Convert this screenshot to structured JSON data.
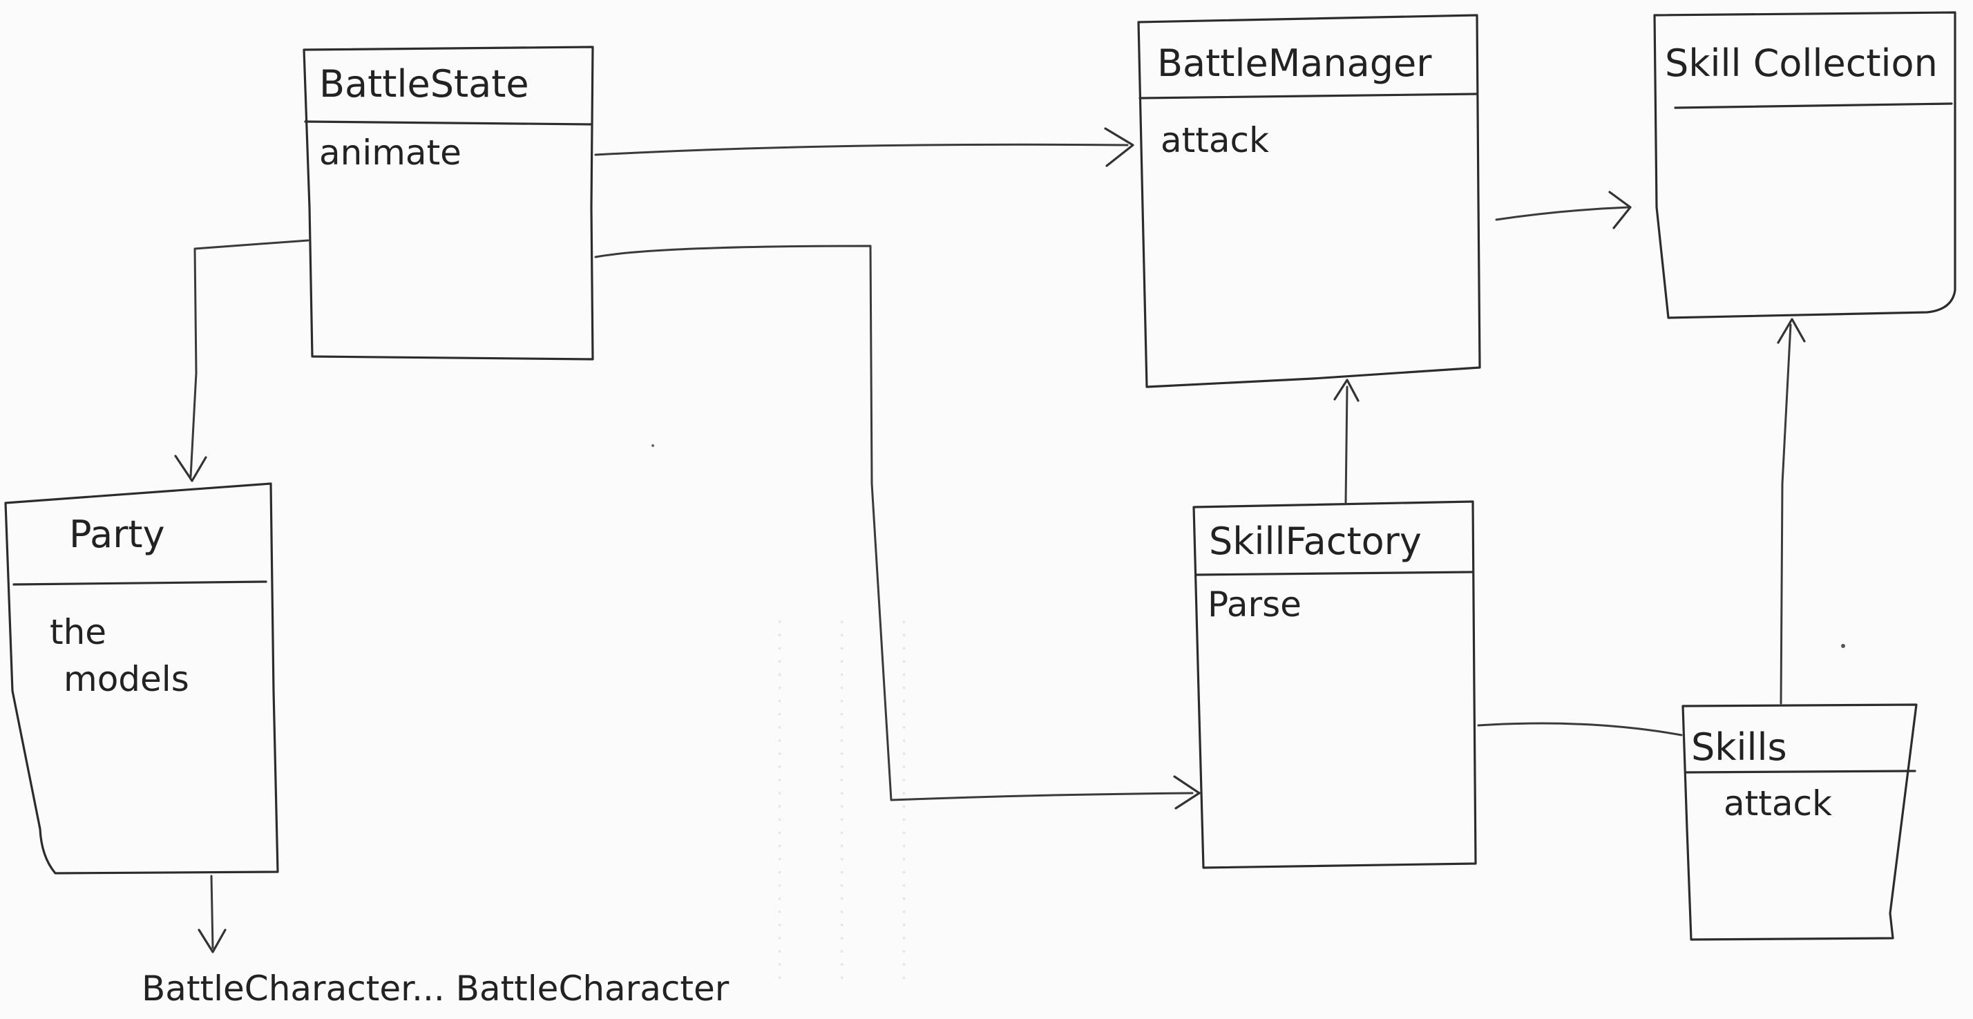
{
  "classes": {
    "battle_state": {
      "name": "BattleState",
      "members": [
        "animate"
      ]
    },
    "battle_manager": {
      "name": "BattleManager",
      "members": [
        "attack"
      ]
    },
    "skill_collection": {
      "name": "Skill Collection",
      "members": []
    },
    "party": {
      "name": "Party",
      "members": [
        "the",
        "models"
      ]
    },
    "skill_factory": {
      "name": "SkillFactory",
      "members": [
        "Parse"
      ]
    },
    "skills": {
      "name": "Skills",
      "members": [
        "attack"
      ]
    }
  },
  "edges": [
    {
      "from": "battle_state",
      "to": "battle_manager",
      "arrow": "open"
    },
    {
      "from": "battle_state",
      "to": "skill_factory",
      "arrow": "open"
    },
    {
      "from": "battle_state",
      "to": "party",
      "arrow": "open"
    },
    {
      "from": "battle_manager",
      "to": "skill_collection",
      "arrow": "open"
    },
    {
      "from": "skill_factory",
      "to": "battle_manager",
      "arrow": "open"
    },
    {
      "from": "skills",
      "to": "skill_collection",
      "arrow": "open"
    },
    {
      "from": "skill_factory",
      "to": "skills",
      "arrow": "none"
    },
    {
      "from": "party",
      "to": "battle_character",
      "arrow": "open"
    }
  ],
  "footer": {
    "caption": "BattleCharacter... BattleCharacter"
  }
}
